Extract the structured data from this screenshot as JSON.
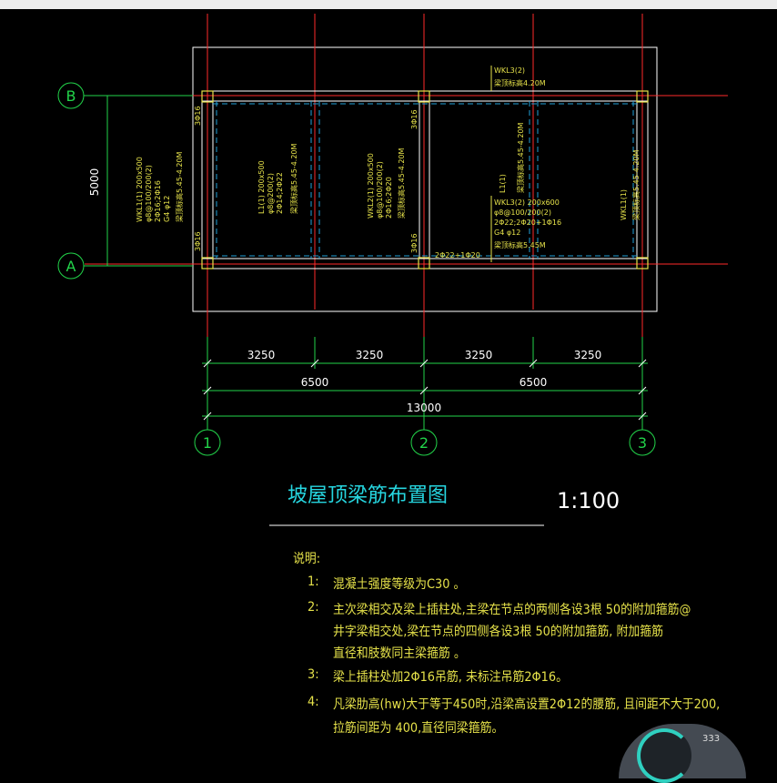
{
  "title": "坡屋顶梁筋布置图",
  "scale": "1:100",
  "axes": {
    "rows": [
      {
        "label": "B"
      },
      {
        "label": "A"
      }
    ],
    "cols": [
      {
        "label": "1"
      },
      {
        "label": "2"
      },
      {
        "label": "3"
      }
    ]
  },
  "dimensions": {
    "vertical": "5000",
    "row1": [
      "3250",
      "3250",
      "3250",
      "3250"
    ],
    "row2": [
      "6500",
      "6500"
    ],
    "total": "13000"
  },
  "beam_labels": {
    "top_wkl": [
      "WKL3(2)",
      "梁顶标高4.20M"
    ],
    "left_wkl": [
      "WKL1(1) 200x500",
      "φ8@100/200(2)",
      "2Φ16;2Φ16",
      "G4 φ12",
      "梁顶标高5.45-4.20M"
    ],
    "l1": [
      "L1(1) 200x500",
      "φ8@200(2)",
      "2Φ14;2Φ22",
      "梁顶标高5.45-4.20M"
    ],
    "wkl2": [
      "WKL2(1) 200x500",
      "φ8@100/200(2)",
      "2Φ16;2Φ20",
      "梁顶标高5.45-4.20M"
    ],
    "l1_right": [
      "L1(1)",
      "梁顶标高5.45-4.20M"
    ],
    "wkl3": [
      "WKL3(2) 200x600",
      "φ8@100/200(2)",
      "2Φ22;2Φ20+1Φ16",
      "G4 φ12",
      "梁顶标高5.45M"
    ],
    "right_wkl": [
      "WKL1(1)",
      "梁顶标高5.45-4.20M"
    ],
    "bar_3phi16_a": "3Φ16",
    "bar_3phi16_b": "3Φ16",
    "bar_3phi16_c": "3Φ16",
    "bar_3phi16_d": "3Φ16",
    "bar_bottom": "2Φ22+1Φ20"
  },
  "notes": {
    "heading": "说明:",
    "items": [
      {
        "num": "1:",
        "lines": [
          "混凝土强度等级为C30        。"
        ]
      },
      {
        "num": "2:",
        "lines": [
          "主次梁相交及梁上插柱处,主梁在节点的两侧各设3根  50的附加箍筋@",
          "井字梁相交处,梁在节点的四侧各设3根  50的附加箍筋,                      附加箍筋",
          "直径和肢数同主梁箍筋       。"
        ]
      },
      {
        "num": "3:",
        "lines": [
          "梁上插柱处加2Φ16吊筋,            未标注吊筋2Φ16。"
        ]
      },
      {
        "num": "4:",
        "lines": [
          "凡梁肋高(hw)大于等于450时,沿梁高设置2Φ12的腰筋,                      且间距不大于200,",
          "拉筋间距为    400,直径同梁箍筋。"
        ]
      }
    ]
  },
  "widget": {
    "text": "333"
  },
  "colors": {
    "axis": "#ff2a2a",
    "dim": "#22d44a",
    "beam": "#ffffff",
    "dash": "#1fa0d8",
    "label": "#e6e24a",
    "title": "#26d6e0"
  }
}
